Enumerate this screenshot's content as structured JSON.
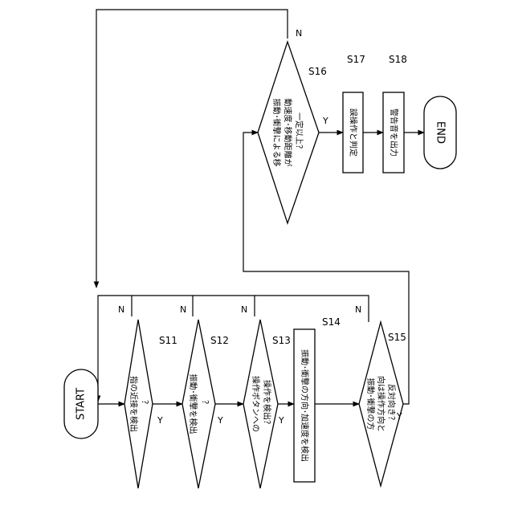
{
  "nodes": {
    "start": {
      "label": "START"
    },
    "s11": {
      "step": "S11",
      "text": "指の近接を検出",
      "q": "？"
    },
    "s12": {
      "step": "S12",
      "text": "振動･衝撃を検出",
      "q": "？"
    },
    "s13": {
      "step": "S13",
      "line1": "操作ボタンへの",
      "line2": "操作を検出？"
    },
    "s14": {
      "step": "S14",
      "text": "振動･衝撃の方向･加速度を検出"
    },
    "s15": {
      "step": "S15",
      "line1": "振動･衝撃の方",
      "line2": "向は操作方向と",
      "line3": "反対向き？"
    },
    "s16": {
      "step": "S16",
      "line1": "振動･衝撃による移",
      "line2": "動速度･移動距離が",
      "line3": "一定以上？"
    },
    "s17": {
      "step": "S17",
      "text": "誤操作と判定"
    },
    "s18": {
      "step": "S18",
      "text": "警告音を出力"
    },
    "end": {
      "label": "END"
    }
  },
  "branch_labels": {
    "yes": "Y",
    "no": "N"
  }
}
